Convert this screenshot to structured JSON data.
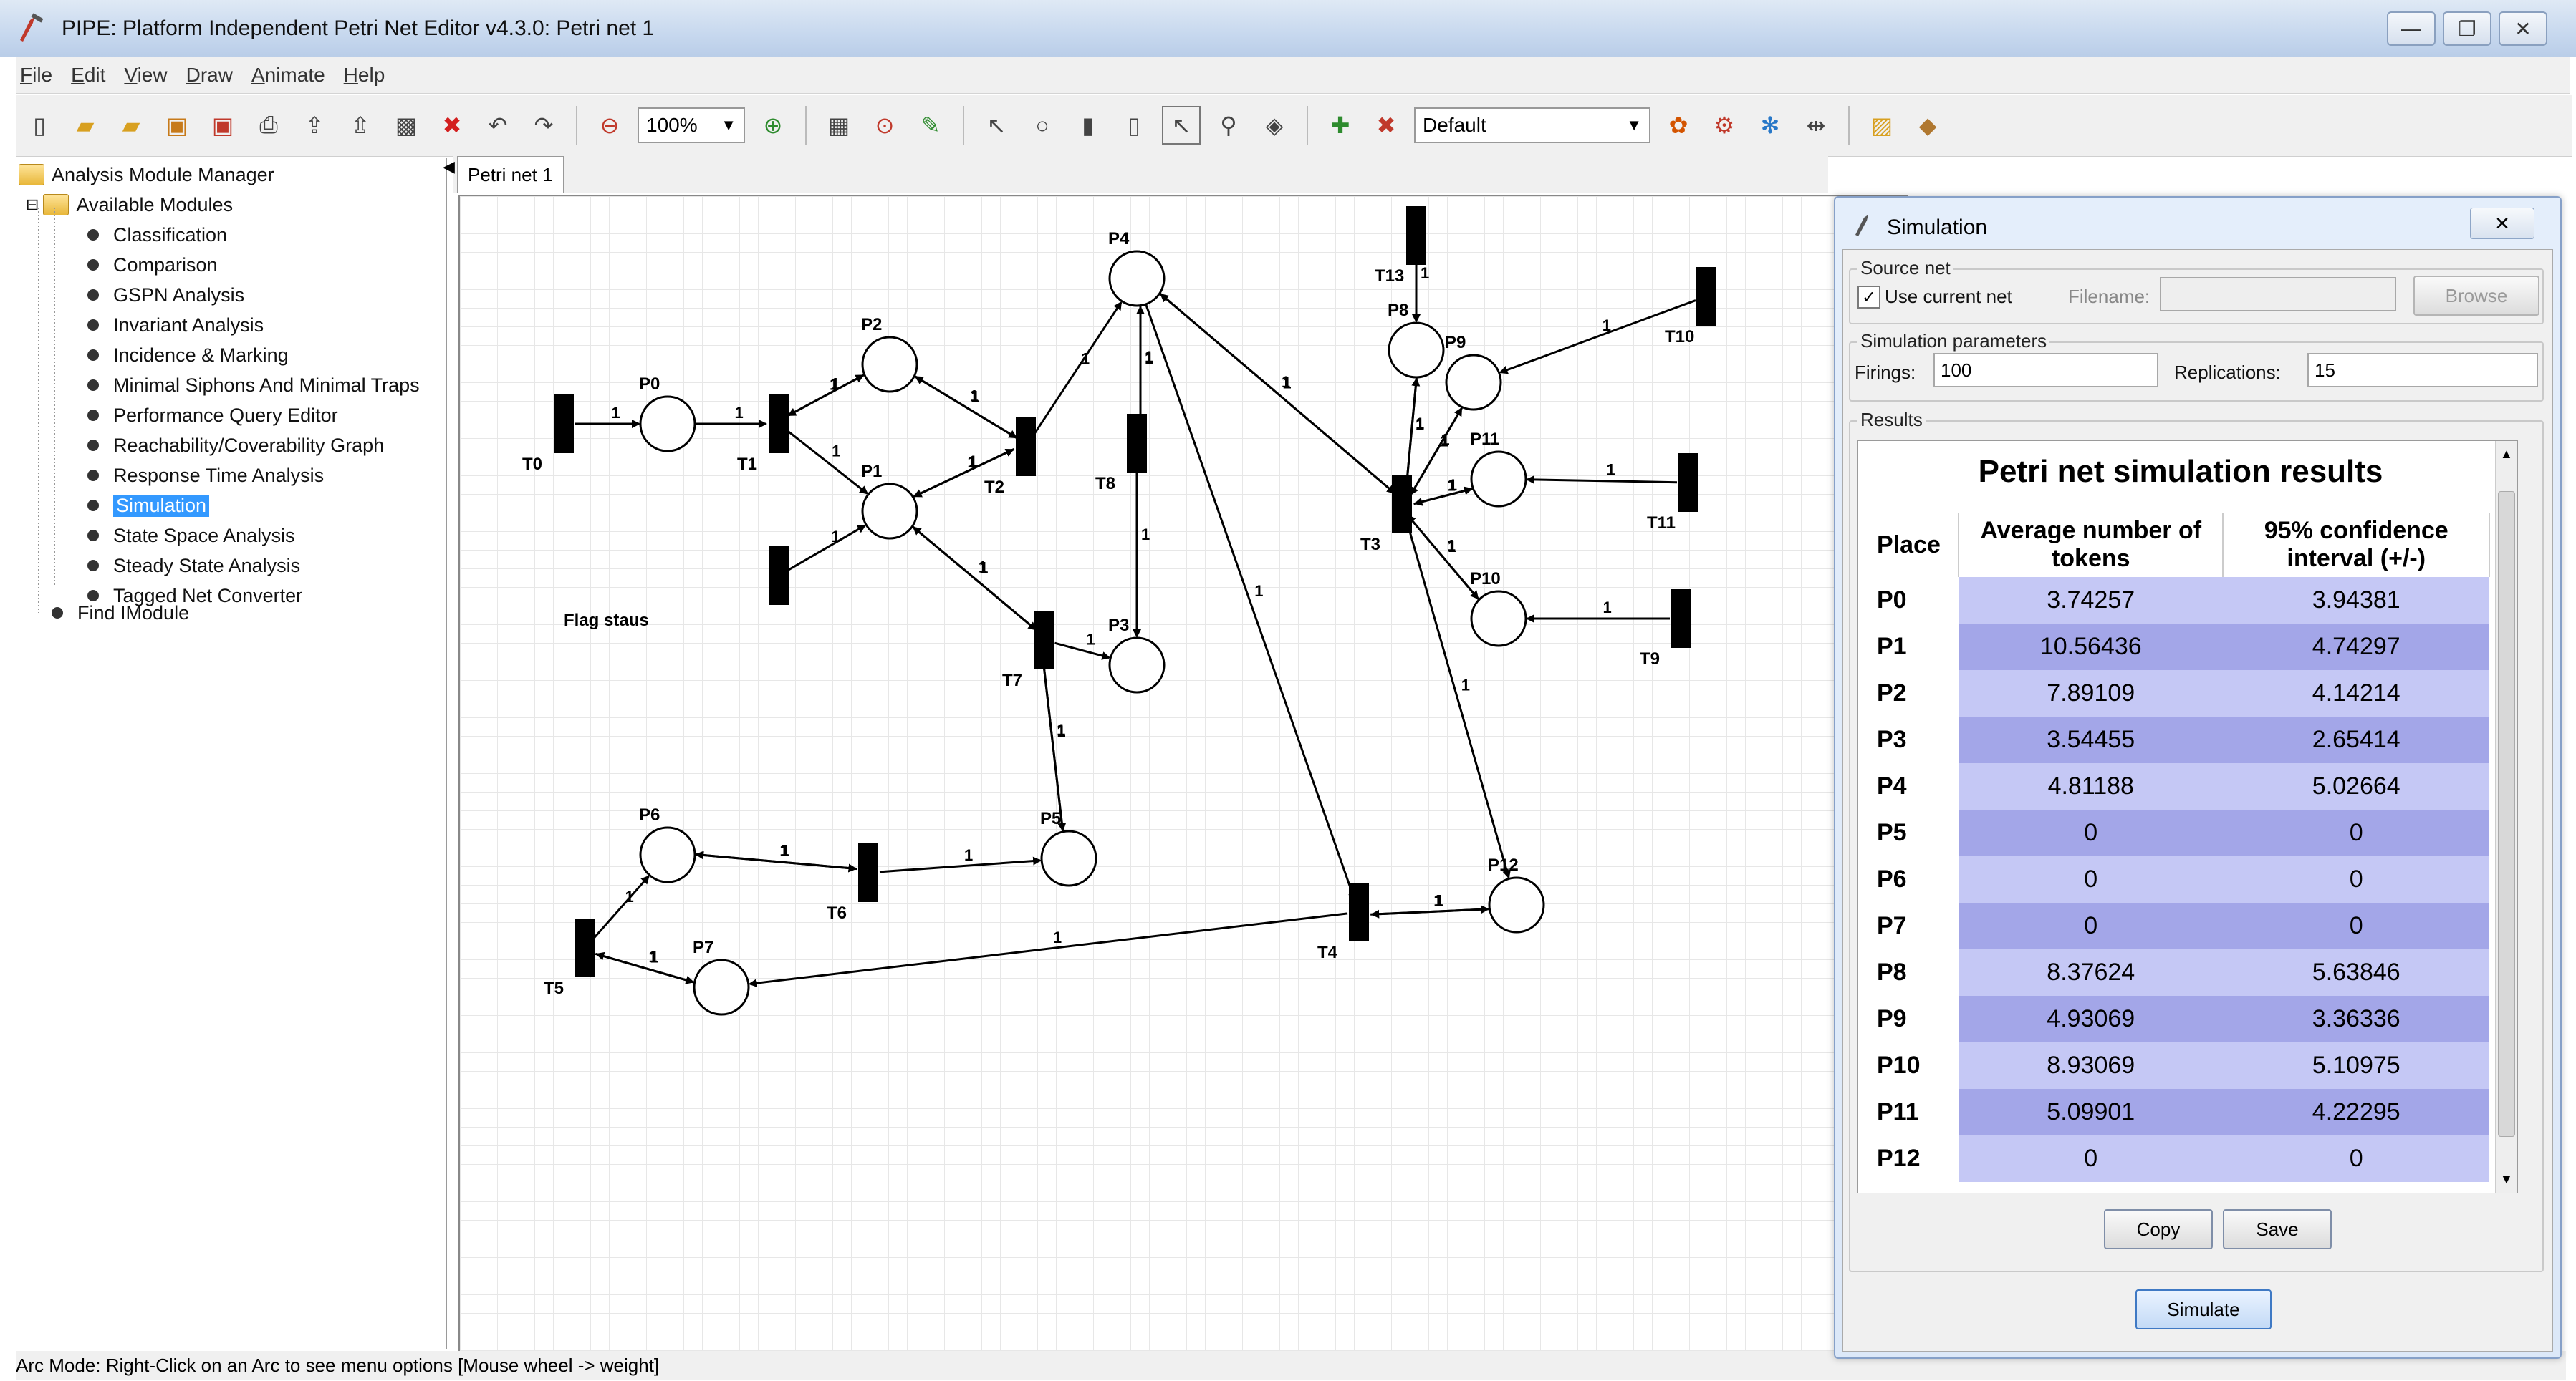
{
  "window": {
    "title": "PIPE: Platform Independent Petri Net Editor v4.3.0: Petri net 1",
    "controls": [
      "—",
      "❐",
      "✕"
    ]
  },
  "menu": [
    "File",
    "Edit",
    "View",
    "Draw",
    "Animate",
    "Help"
  ],
  "toolbar": {
    "zoom": "100%",
    "style": "Default"
  },
  "tree": {
    "root": "Analysis Module Manager",
    "group": "Available Modules",
    "modules": [
      "Classification",
      "Comparison",
      "GSPN Analysis",
      "Invariant Analysis",
      "Incidence & Marking",
      "Minimal Siphons And Minimal Traps",
      "Performance Query Editor",
      "Reachability/Coverability Graph",
      "Response Time Analysis",
      "Simulation",
      "State Space Analysis",
      "Steady State Analysis",
      "Tagged Net Converter"
    ],
    "find": "Find IModule",
    "selected": "Simulation"
  },
  "tab": {
    "label": "Petri net 1"
  },
  "status": "Arc Mode: Right-Click on an Arc to see menu options [Mouse wheel -> weight]",
  "net": {
    "places": [
      "P0",
      "P1",
      "P2",
      "P3",
      "P4",
      "P5",
      "P6",
      "P7",
      "P8",
      "P9",
      "P10",
      "P11",
      "P12"
    ],
    "transitions": [
      "T0",
      "T1",
      "T2",
      "T3",
      "T4",
      "T5",
      "T6",
      "T7",
      "T8",
      "T9",
      "T10",
      "T11",
      "T13"
    ],
    "flag_label": "Flag staus",
    "weight": "1"
  },
  "dialog": {
    "title": "Simulation",
    "close": "✕",
    "source_net": {
      "label": "Source net",
      "use_current": "Use current net",
      "filename_label": "Filename:",
      "filename": "",
      "browse": "Browse"
    },
    "params": {
      "label": "Simulation parameters",
      "firings_label": "Firings:",
      "firings": "100",
      "replications_label": "Replications:",
      "replications": "15"
    },
    "results": {
      "label": "Results",
      "title": "Petri net simulation results",
      "col_place": "Place",
      "col_avg": "Average number of tokens",
      "col_ci": "95% confidence interval (+/-)",
      "rows": [
        {
          "place": "P0",
          "avg": "3.74257",
          "ci": "3.94381"
        },
        {
          "place": "P1",
          "avg": "10.56436",
          "ci": "4.74297"
        },
        {
          "place": "P2",
          "avg": "7.89109",
          "ci": "4.14214"
        },
        {
          "place": "P3",
          "avg": "3.54455",
          "ci": "2.65414"
        },
        {
          "place": "P4",
          "avg": "4.81188",
          "ci": "5.02664"
        },
        {
          "place": "P5",
          "avg": "0",
          "ci": "0"
        },
        {
          "place": "P6",
          "avg": "0",
          "ci": "0"
        },
        {
          "place": "P7",
          "avg": "0",
          "ci": "0"
        },
        {
          "place": "P8",
          "avg": "8.37624",
          "ci": "5.63846"
        },
        {
          "place": "P9",
          "avg": "4.93069",
          "ci": "3.36336"
        },
        {
          "place": "P10",
          "avg": "8.93069",
          "ci": "5.10975"
        },
        {
          "place": "P11",
          "avg": "5.09901",
          "ci": "4.22295"
        },
        {
          "place": "P12",
          "avg": "0",
          "ci": "0"
        }
      ],
      "copy": "Copy",
      "save": "Save"
    },
    "simulate": "Simulate"
  }
}
